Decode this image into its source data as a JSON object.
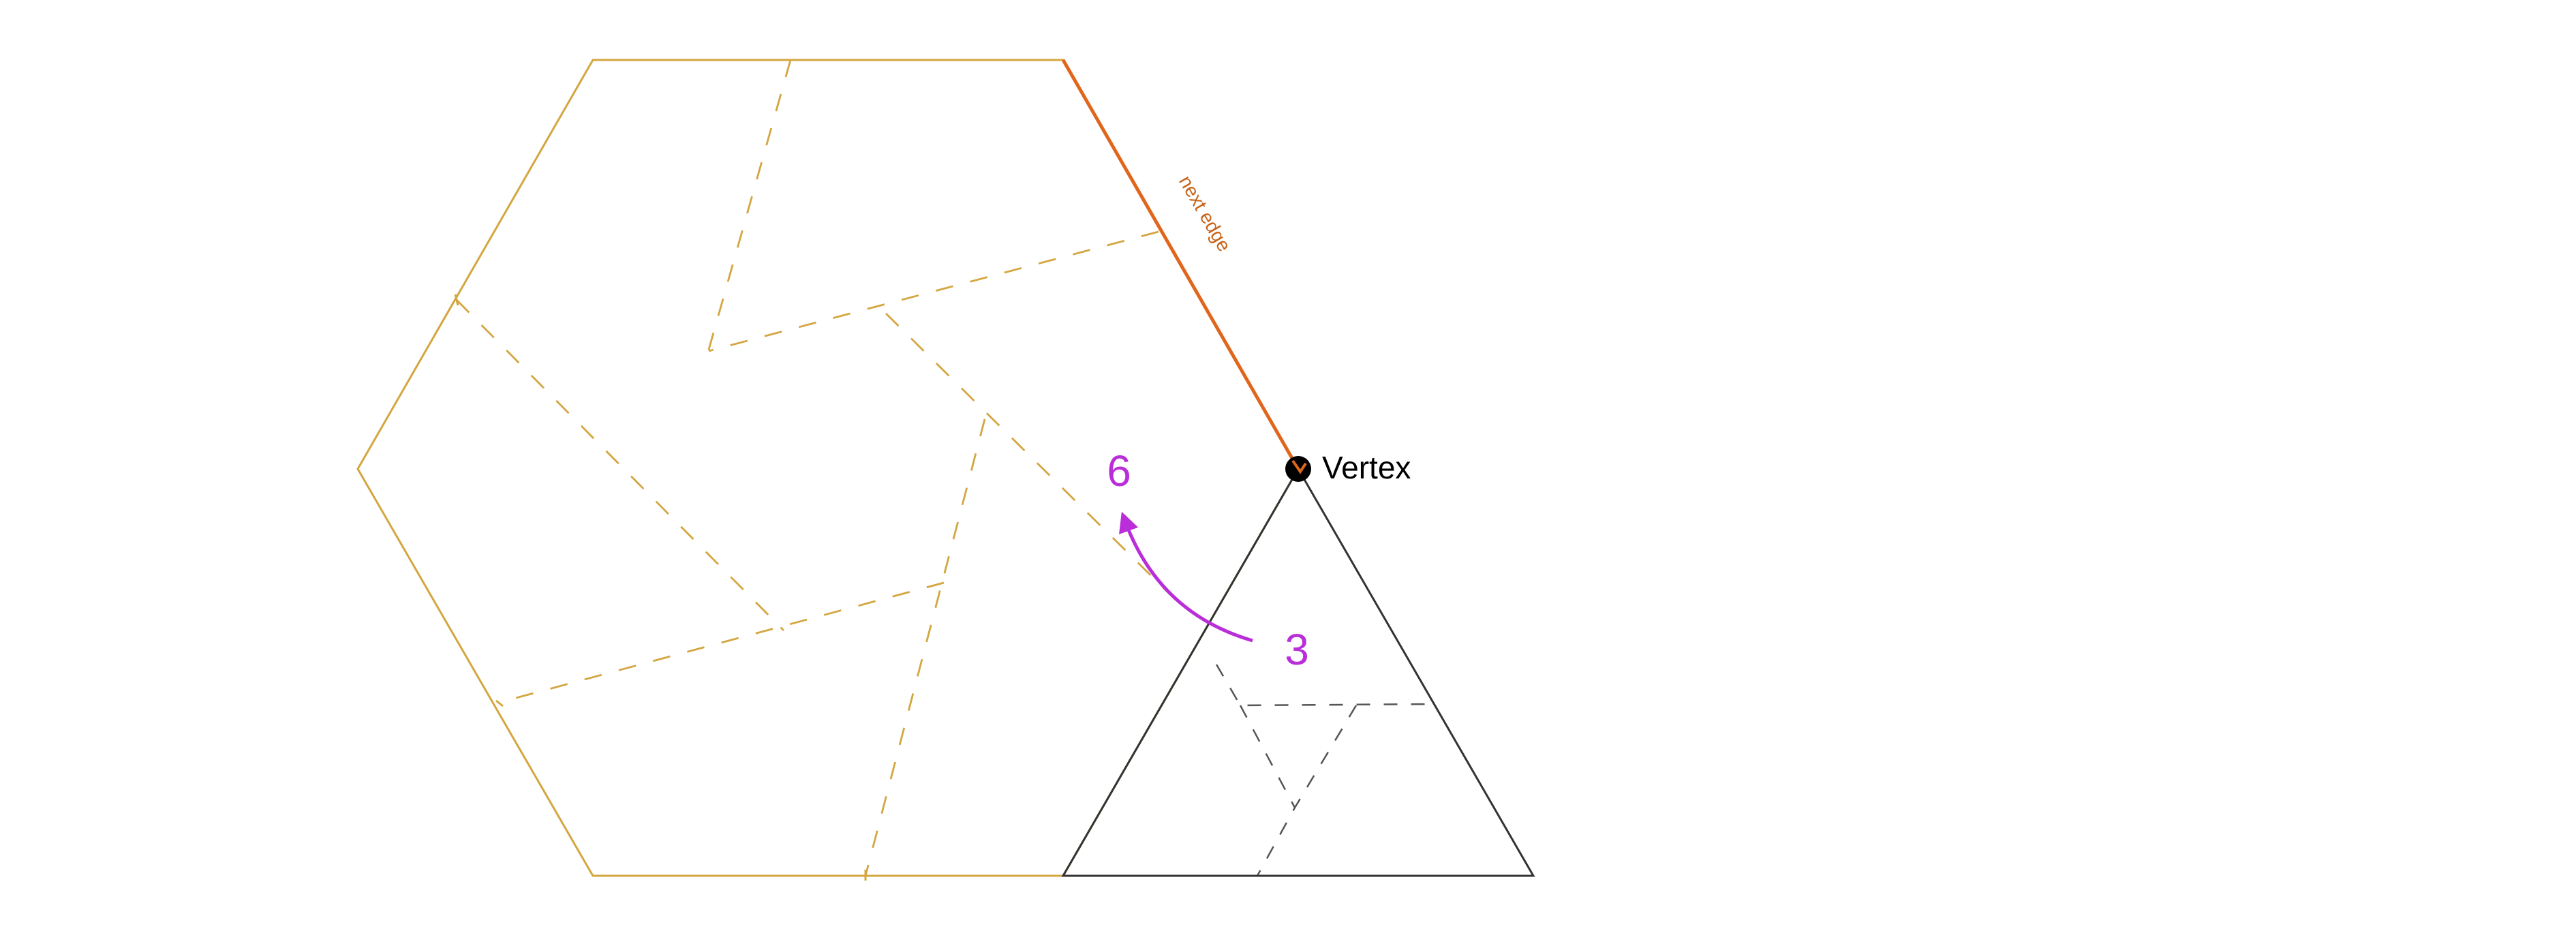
{
  "labels": {
    "vertex": "Vertex",
    "next_edge": "next edge",
    "from_count": "3",
    "to_count": "6"
  },
  "colors": {
    "hexagon": "#d4a640",
    "next_edge": "#e0661c",
    "triangle": "#333333",
    "arrow": "#b92ed8",
    "vertex_dot": "#000000",
    "vertex_accent": "#e0661c",
    "background": "#ffffff"
  }
}
